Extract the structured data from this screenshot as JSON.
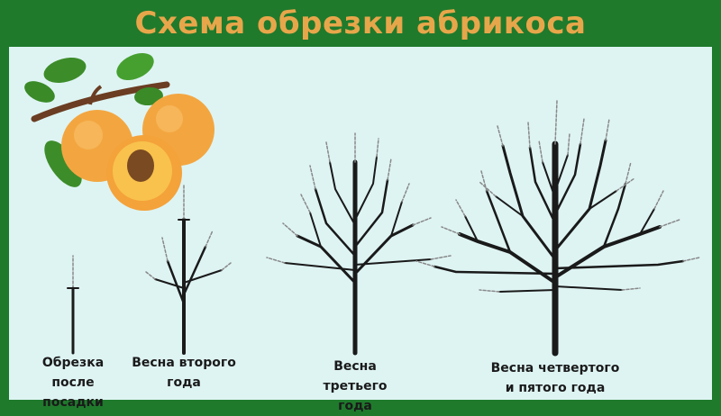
{
  "title": "Схема обрезки абрикоса",
  "colors": {
    "frame": "#1f7a2c",
    "panel": "#def4f3",
    "title": "#e8a64a",
    "branch": "#1a1a1a",
    "cut_branch": "#888888"
  },
  "illustration": "apricot-fruit-with-leaves",
  "stages": [
    {
      "caption_line1": "Обрезка",
      "caption_line2": "после посадки"
    },
    {
      "caption_line1": "Весна второго",
      "caption_line2": "года"
    },
    {
      "caption_line1": "Весна третьего",
      "caption_line2": "года"
    },
    {
      "caption_line1": "Весна четвертого",
      "caption_line2": "и пятого года"
    }
  ]
}
